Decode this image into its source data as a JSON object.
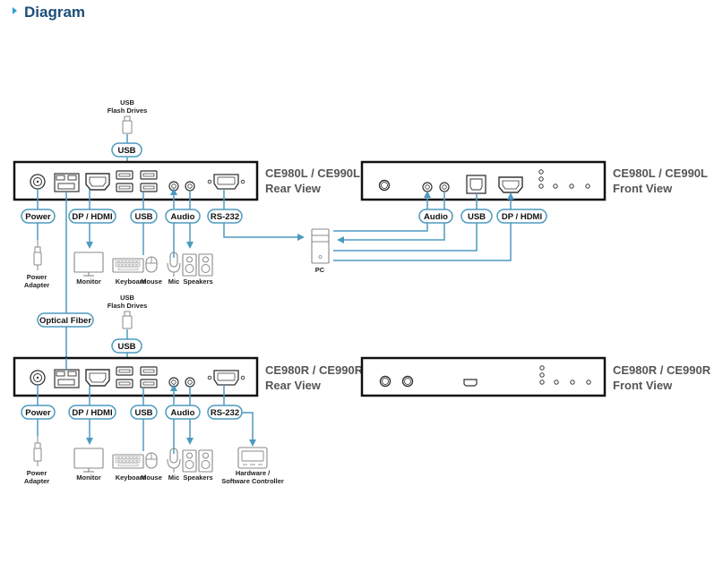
{
  "header": {
    "title": "Diagram"
  },
  "colors": {
    "line": "#4d9ac0",
    "title": "#1d4f7a",
    "bullet": "#2a9fd6",
    "device_text": "#555555"
  },
  "devices": {
    "local_rear": {
      "model": "CE980L / CE990L",
      "view": "Rear View"
    },
    "local_front": {
      "model": "CE980L / CE990L",
      "view": "Front View"
    },
    "remote_rear": {
      "model": "CE980R / CE990R",
      "view": "Rear View"
    },
    "remote_front": {
      "model": "CE980R / CE990R",
      "view": "Front View"
    }
  },
  "ports": {
    "power": "Power",
    "dp_hdmi": "DP / HDMI",
    "usb": "USB",
    "audio": "Audio",
    "rs232": "RS-232",
    "optical_fiber": "Optical Fiber"
  },
  "peripherals": {
    "usb_flash_line1": "USB",
    "usb_flash_line2": "Flash Drives",
    "power_adapter_line1": "Power",
    "power_adapter_line2": "Adapter",
    "monitor": "Monitor",
    "keyboard": "Keyboard",
    "mouse": "Mouse",
    "mic": "Mic",
    "speakers": "Speakers",
    "pc": "PC",
    "controller_line1": "Hardware /",
    "controller_line2": "Software Controller"
  }
}
